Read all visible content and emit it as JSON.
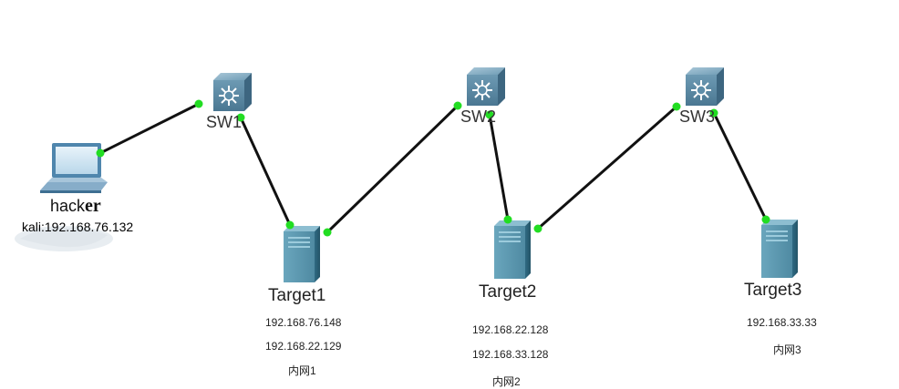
{
  "nodes": {
    "hacker": {
      "name_plain": "hack",
      "name_bold": "er",
      "ip_line": "kali:192.168.76.132"
    },
    "sw1": {
      "name": "SW1"
    },
    "sw2": {
      "name": "SW2"
    },
    "sw3": {
      "name": "SW3"
    },
    "target1": {
      "name": "Target1",
      "ips": [
        "192.168.76.148",
        "192.168.22.129"
      ],
      "note": "内网1"
    },
    "target2": {
      "name": "Target2",
      "ips": [
        "192.168.22.128",
        "192.168.33.128"
      ],
      "note": "内网2"
    },
    "target3": {
      "name": "Target3",
      "ips": [
        "192.168.33.33"
      ],
      "note": "内网3"
    }
  },
  "links": [
    [
      "hacker",
      "sw1"
    ],
    [
      "sw1",
      "target1"
    ],
    [
      "target1",
      "sw2"
    ],
    [
      "sw2",
      "target2"
    ],
    [
      "target2",
      "sw3"
    ],
    [
      "sw3",
      "target3"
    ]
  ],
  "colors": {
    "link": "#111111",
    "port": "#22dd22",
    "switch_body": "#5b8eaa",
    "server_body": "#5a98b0",
    "laptop_body": "#5f93b8"
  }
}
